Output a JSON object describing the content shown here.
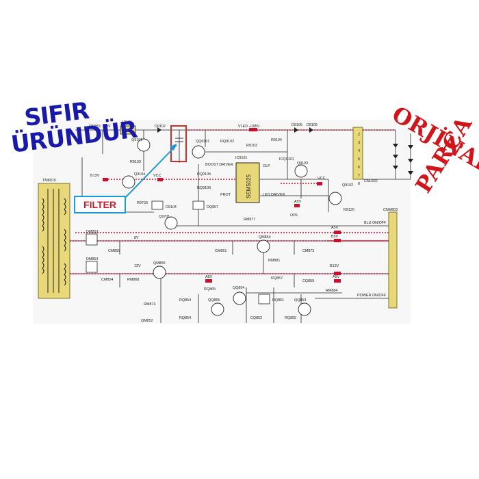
{
  "overlays": {
    "left_line1": "SIFIR",
    "left_line2": "ÜRÜNDÜR",
    "right_line1": "ORJİNAL",
    "right_line2": "PARÇA",
    "filter_label": "FILTER"
  },
  "colors": {
    "left_text": "#1a1aa8",
    "right_text": "#d0161a",
    "filter_border": "#1e9ad8",
    "filter_text": "#cf1b27",
    "highlight_box": "#d42a2a",
    "pointer_arrow": "#1e9ad8",
    "trace_red": "#c8102e",
    "component_yellow": "#e8d87a"
  },
  "labels": {
    "tm8015": "TM8015",
    "l9101": "L9101",
    "d9102": "D9102",
    "rm851": "RM851",
    "v83": "83V",
    "vled": "VLED +195V",
    "d9106": "D9106",
    "d9105": "D9105",
    "q9101": "Q9101",
    "qq9101": "QQ9101",
    "rq9102": "RQ9102",
    "r9103": "R9103",
    "r9104": "R9104",
    "icq9101": "ICQ9101",
    "ic9101": "IC9101",
    "boost_driver": "BOOST DRIVER",
    "olp": "OLP",
    "q9103": "Q9103",
    "q9102": "Q9102",
    "cnl802": "CNL802",
    "b13v": "B13V",
    "q9104": "Q9104",
    "vcc": "VCC",
    "rq9105": "RQ9105",
    "rq9106": "RQ9106",
    "sem5025": "SEM5025",
    "prot": "PROT",
    "led_driver": "LED DRIVER",
    "r9703": "R9703",
    "d9104": "D9104",
    "dq857": "DQ857",
    "q9701": "Q9701",
    "a5v": "A5V",
    "op6": "OP6",
    "r9120": "R9120",
    "cnm803": "CNM803",
    "blu_onoff": "BLU ON/OFF",
    "rm877": "RM877",
    "dm853": "DM853",
    "dm854": "DM854",
    "v8": "8V",
    "v13": "13V",
    "qm854": "QM854",
    "qm855": "QM855",
    "cm855": "CM855",
    "cm854": "CM854",
    "cm861": "CM861",
    "rm881": "RM881",
    "cm875": "CM875",
    "rm868": "RM868",
    "rq857": "RQ857",
    "cq859": "CQ859",
    "rm884": "RM884",
    "power_onoff": "POWER ON/OFF",
    "rm874": "RM874",
    "rq865": "RQ865",
    "rq854": "RQ854",
    "qq855": "QQ855",
    "qq854": "QQ854",
    "dq851": "DQ851",
    "rq855": "RQ855",
    "cq852": "CQ852",
    "qq853": "QQ853",
    "qm852": "QM852",
    "b5v": "B5V",
    "n2": "2",
    "n3": "3",
    "n4": "4",
    "n5": "5",
    "n6": "6",
    "n7": "7",
    "n8": "8"
  }
}
